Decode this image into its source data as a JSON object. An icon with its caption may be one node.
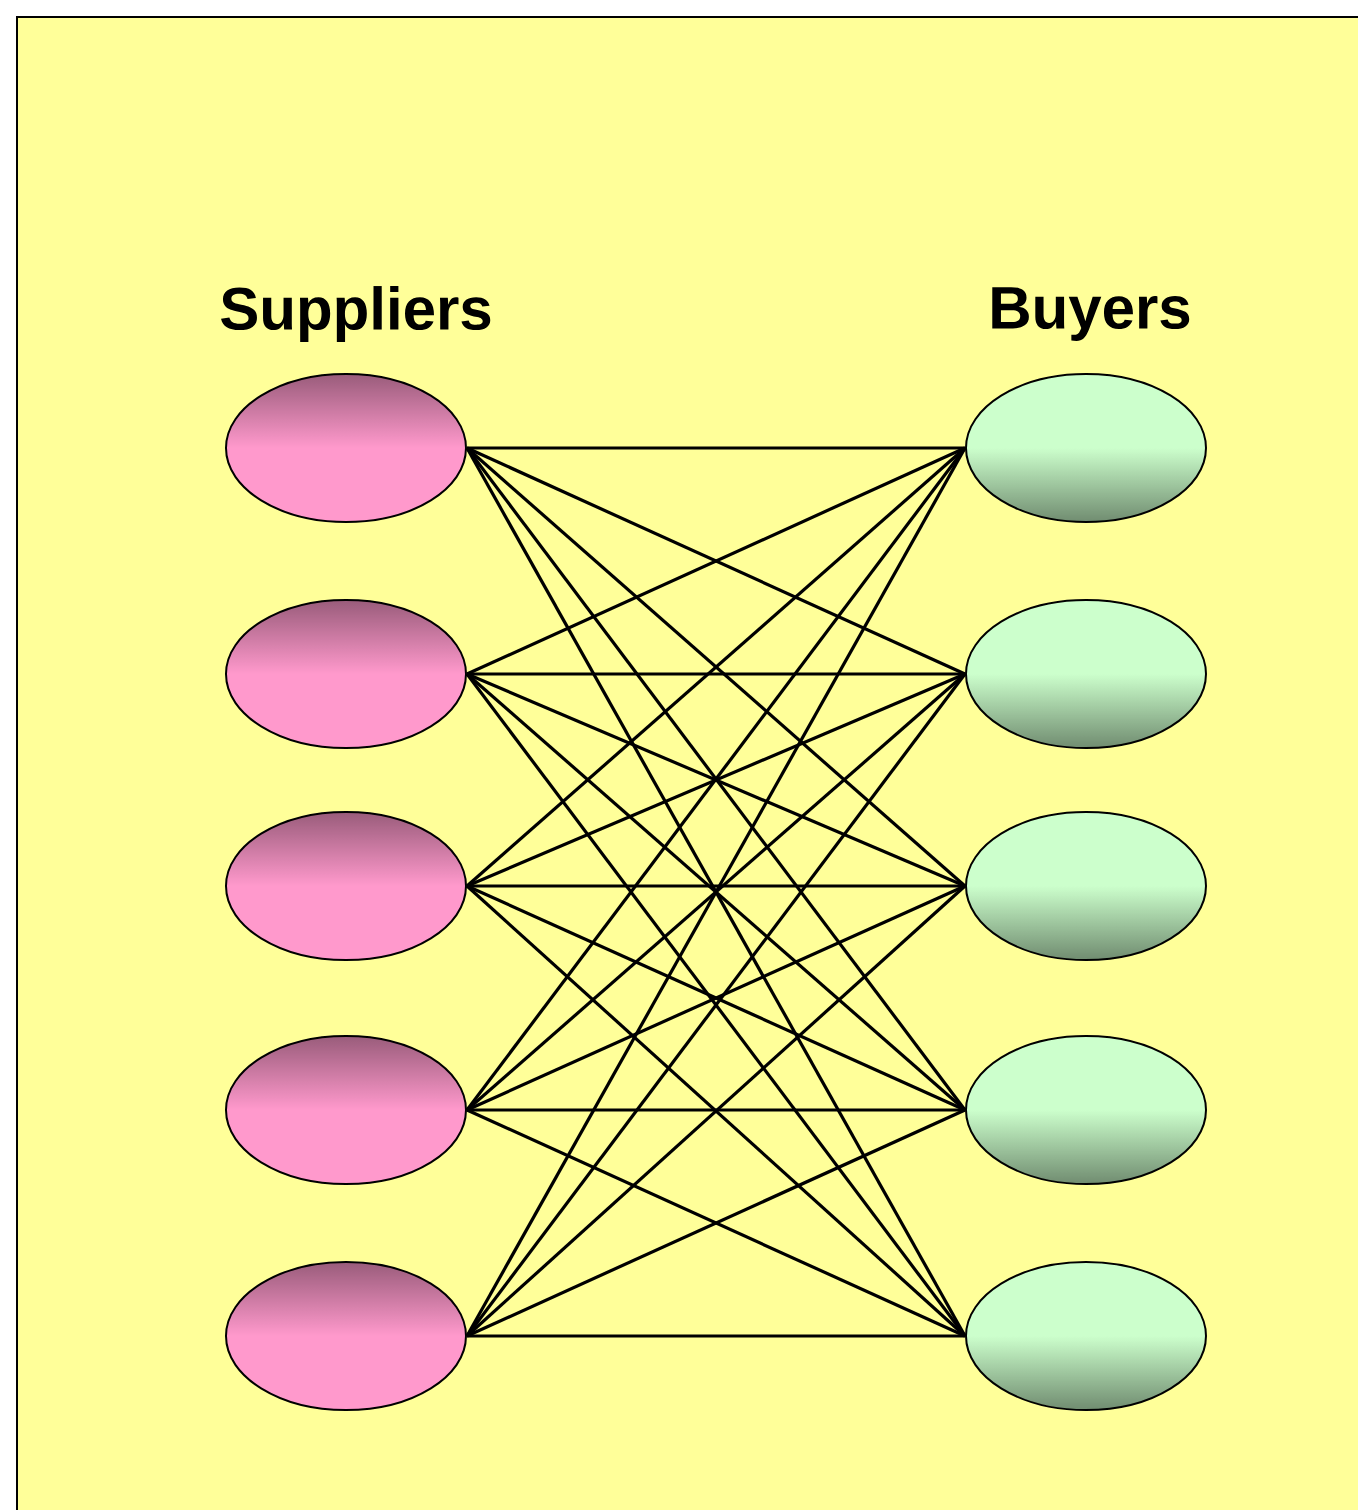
{
  "diagram": {
    "nodes": [
      {
        "text": [],
        "shape": "ellipse"
      },
      {
        "text": [],
        "shape": "ellipse"
      },
      {
        "text": [],
        "shape": "ellipse"
      },
      {
        "text": [],
        "shape": "ellipse"
      },
      {
        "text": [],
        "shape": "ellipse"
      },
      {
        "text": [],
        "shape": "ellipse"
      },
      {
        "text": [],
        "shape": "ellipse"
      },
      {
        "text": [],
        "shape": "ellipse"
      },
      {
        "text": [],
        "shape": "ellipse"
      },
      {
        "text": [],
        "shape": "ellipse"
      }
    ],
    "edges": [
      {
        "from": 0,
        "to": 5,
        "arrow": "none"
      },
      {
        "from": 0,
        "to": 6,
        "arrow": "none"
      },
      {
        "from": 0,
        "to": 7,
        "arrow": "none"
      },
      {
        "from": 0,
        "to": 8,
        "arrow": "none"
      },
      {
        "from": 0,
        "to": 9,
        "arrow": "none"
      },
      {
        "from": 1,
        "to": 5,
        "arrow": "none"
      },
      {
        "from": 1,
        "to": 6,
        "arrow": "none"
      },
      {
        "from": 1,
        "to": 7,
        "arrow": "none"
      },
      {
        "from": 1,
        "to": 8,
        "arrow": "none"
      },
      {
        "from": 1,
        "to": 9,
        "arrow": "none"
      },
      {
        "from": 2,
        "to": 5,
        "arrow": "none"
      },
      {
        "from": 2,
        "to": 6,
        "arrow": "none"
      },
      {
        "from": 2,
        "to": 7,
        "arrow": "none"
      },
      {
        "from": 2,
        "to": 8,
        "arrow": "none"
      },
      {
        "from": 2,
        "to": 9,
        "arrow": "none"
      },
      {
        "from": 3,
        "to": 5,
        "arrow": "none"
      },
      {
        "from": 3,
        "to": 6,
        "arrow": "none"
      },
      {
        "from": 3,
        "to": 7,
        "arrow": "none"
      },
      {
        "from": 3,
        "to": 8,
        "arrow": "none"
      },
      {
        "from": 3,
        "to": 9,
        "arrow": "none"
      },
      {
        "from": 4,
        "to": 5,
        "arrow": "none"
      },
      {
        "from": 4,
        "to": 6,
        "arrow": "none"
      },
      {
        "from": 4,
        "to": 7,
        "arrow": "none"
      },
      {
        "from": 4,
        "to": 8,
        "arrow": "none"
      },
      {
        "from": 4,
        "to": 9,
        "arrow": "none"
      }
    ],
    "labels": [
      "Suppliers",
      "Buyers"
    ]
  }
}
